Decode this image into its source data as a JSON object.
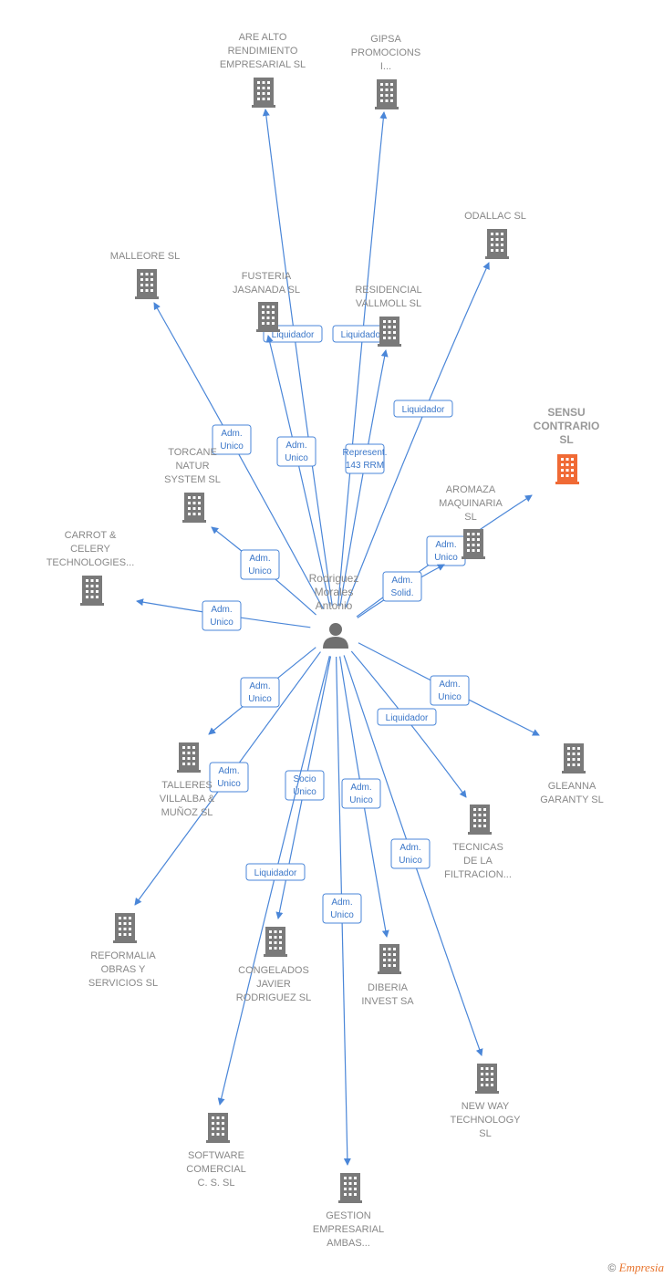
{
  "colors": {
    "edge": "#4a86d8",
    "building": "#7a7a7a",
    "building_main": "#f06a35",
    "person": "#707070"
  },
  "person": {
    "label_lines": [
      "Rodriguez",
      "Morales",
      "Antonio"
    ],
    "icon": "person-icon"
  },
  "nodes": [
    {
      "id": "are-alto",
      "lines": [
        "ARE ALTO",
        "RENDIMIENTO",
        "EMPRESARIAL SL"
      ],
      "icon": "building-icon"
    },
    {
      "id": "gipsa",
      "lines": [
        "GIPSA",
        "PROMOCIONS",
        "I..."
      ],
      "icon": "building-icon"
    },
    {
      "id": "odallac",
      "lines": [
        "ODALLAC  SL"
      ],
      "icon": "building-icon"
    },
    {
      "id": "malleore",
      "lines": [
        "MALLEORE  SL"
      ],
      "icon": "building-icon"
    },
    {
      "id": "fusteria",
      "lines": [
        "FUSTERIA",
        "JASANADA SL"
      ],
      "icon": "building-icon"
    },
    {
      "id": "residencial",
      "lines": [
        "RESIDENCIAL",
        "VALLMOLL SL"
      ],
      "icon": "building-icon"
    },
    {
      "id": "sensu",
      "lines": [
        "SENSU",
        "CONTRARIO",
        "SL"
      ],
      "icon": "building-icon",
      "main": true
    },
    {
      "id": "torcane",
      "lines": [
        "TORCANE",
        "NATUR",
        "SYSTEM  SL"
      ],
      "icon": "building-icon"
    },
    {
      "id": "aromaza",
      "lines": [
        "AROMAZA",
        "MAQUINARIA",
        "SL"
      ],
      "icon": "building-icon"
    },
    {
      "id": "carrot",
      "lines": [
        "CARROT &",
        "CELERY",
        "TECHNOLOGIES..."
      ],
      "icon": "building-icon"
    },
    {
      "id": "talleres",
      "lines": [
        "TALLERES",
        "VILLALBA &",
        "MUÑOZ  SL"
      ],
      "icon": "building-icon"
    },
    {
      "id": "gleanna",
      "lines": [
        "GLEANNA",
        "GARANTY  SL"
      ],
      "icon": "building-icon"
    },
    {
      "id": "tecnicas",
      "lines": [
        "TECNICAS",
        "DE LA",
        "FILTRACION..."
      ],
      "icon": "building-icon"
    },
    {
      "id": "reformalia",
      "lines": [
        "REFORMALIA",
        "OBRAS Y",
        "SERVICIOS  SL"
      ],
      "icon": "building-icon"
    },
    {
      "id": "congelados",
      "lines": [
        "CONGELADOS",
        "JAVIER",
        "RODRIGUEZ SL"
      ],
      "icon": "building-icon"
    },
    {
      "id": "diberia",
      "lines": [
        "DIBERIA",
        "INVEST SA"
      ],
      "icon": "building-icon"
    },
    {
      "id": "newway",
      "lines": [
        "NEW WAY",
        "TECHNOLOGY",
        "SL"
      ],
      "icon": "building-icon"
    },
    {
      "id": "software",
      "lines": [
        "SOFTWARE",
        "COMERCIAL",
        "C. S.  SL"
      ],
      "icon": "building-icon"
    },
    {
      "id": "gestion",
      "lines": [
        "GESTION",
        "EMPRESARIAL",
        "AMBAS..."
      ],
      "icon": "building-icon"
    }
  ],
  "edges": [
    {
      "to": "are-alto",
      "lines": [
        "Liquidador"
      ]
    },
    {
      "to": "gipsa",
      "lines": [
        "Liquidador"
      ]
    },
    {
      "to": "odallac",
      "lines": [
        "Liquidador"
      ]
    },
    {
      "to": "malleore",
      "lines": [
        "Adm.",
        "Unico"
      ]
    },
    {
      "to": "fusteria",
      "lines": [
        "Adm.",
        "Unico"
      ]
    },
    {
      "to": "residencial",
      "lines": [
        "Represent.",
        "143 RRM"
      ]
    },
    {
      "to": "sensu",
      "lines": [
        "Adm.",
        "Unico"
      ]
    },
    {
      "to": "torcane",
      "lines": [
        "Adm.",
        "Unico"
      ]
    },
    {
      "to": "aromaza",
      "lines": [
        "Adm.",
        "Solid."
      ]
    },
    {
      "to": "carrot",
      "lines": [
        "Adm.",
        "Unico"
      ]
    },
    {
      "to": "talleres",
      "lines": [
        "Adm.",
        "Unico"
      ]
    },
    {
      "to": "gleanna",
      "lines": [
        "Adm.",
        "Unico"
      ]
    },
    {
      "to": "tecnicas",
      "lines": [
        "Liquidador"
      ]
    },
    {
      "to": "reformalia",
      "lines": [
        "Adm.",
        "Unico"
      ]
    },
    {
      "to": "congelados",
      "lines": [
        "Socio",
        "Único"
      ]
    },
    {
      "to": "diberia",
      "lines": [
        "Adm.",
        "Unico"
      ]
    },
    {
      "to": "newway",
      "lines": [
        "Adm.",
        "Unico"
      ]
    },
    {
      "to": "software",
      "lines": [
        "Liquidador"
      ]
    },
    {
      "to": "gestion",
      "lines": [
        "Adm.",
        "Unico"
      ]
    }
  ],
  "footer": {
    "copyright": "©",
    "brand": "Empresia"
  }
}
